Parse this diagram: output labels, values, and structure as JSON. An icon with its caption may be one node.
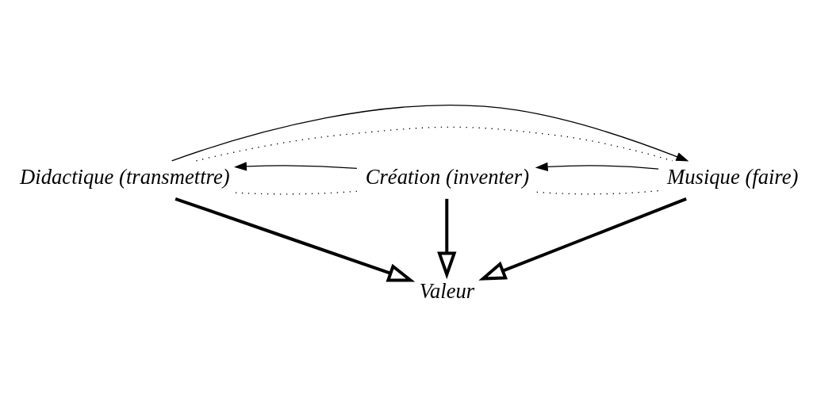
{
  "diagram": {
    "nodes": [
      {
        "text": [
          "Didactique (transmettre)"
        ]
      },
      {
        "text": [
          "Valeur"
        ]
      },
      {
        "text": [
          "Création (inventer)"
        ]
      },
      {
        "text": [
          "Musique (faire)"
        ]
      }
    ],
    "edges": [
      {
        "from": 0,
        "to": 1,
        "arrow": "to",
        "style": "thick"
      },
      {
        "from": 2,
        "to": 1,
        "arrow": "to",
        "style": "thick"
      },
      {
        "from": 3,
        "to": 1,
        "arrow": "to",
        "style": "thick"
      },
      {
        "from": 0,
        "to": 2,
        "arrow": "none",
        "style": "dashed"
      },
      {
        "from": 0,
        "to": 3,
        "arrow": "none",
        "style": "dashed"
      },
      {
        "from": 2,
        "to": 3,
        "arrow": "none",
        "style": "dashed"
      },
      {
        "from": 2,
        "to": 0,
        "arrow": "to"
      },
      {
        "from": 0,
        "to": 3,
        "arrow": "to"
      },
      {
        "from": 3,
        "to": 2,
        "arrow": "to"
      }
    ]
  }
}
